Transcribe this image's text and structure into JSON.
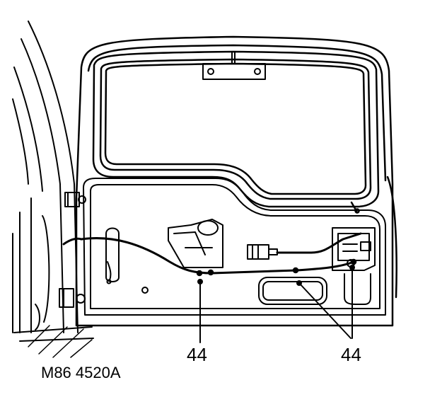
{
  "diagram": {
    "callout_left": "44",
    "callout_right": "44",
    "reference_code": "M86 4520A",
    "line_color": "#000000",
    "background": "#ffffff"
  }
}
